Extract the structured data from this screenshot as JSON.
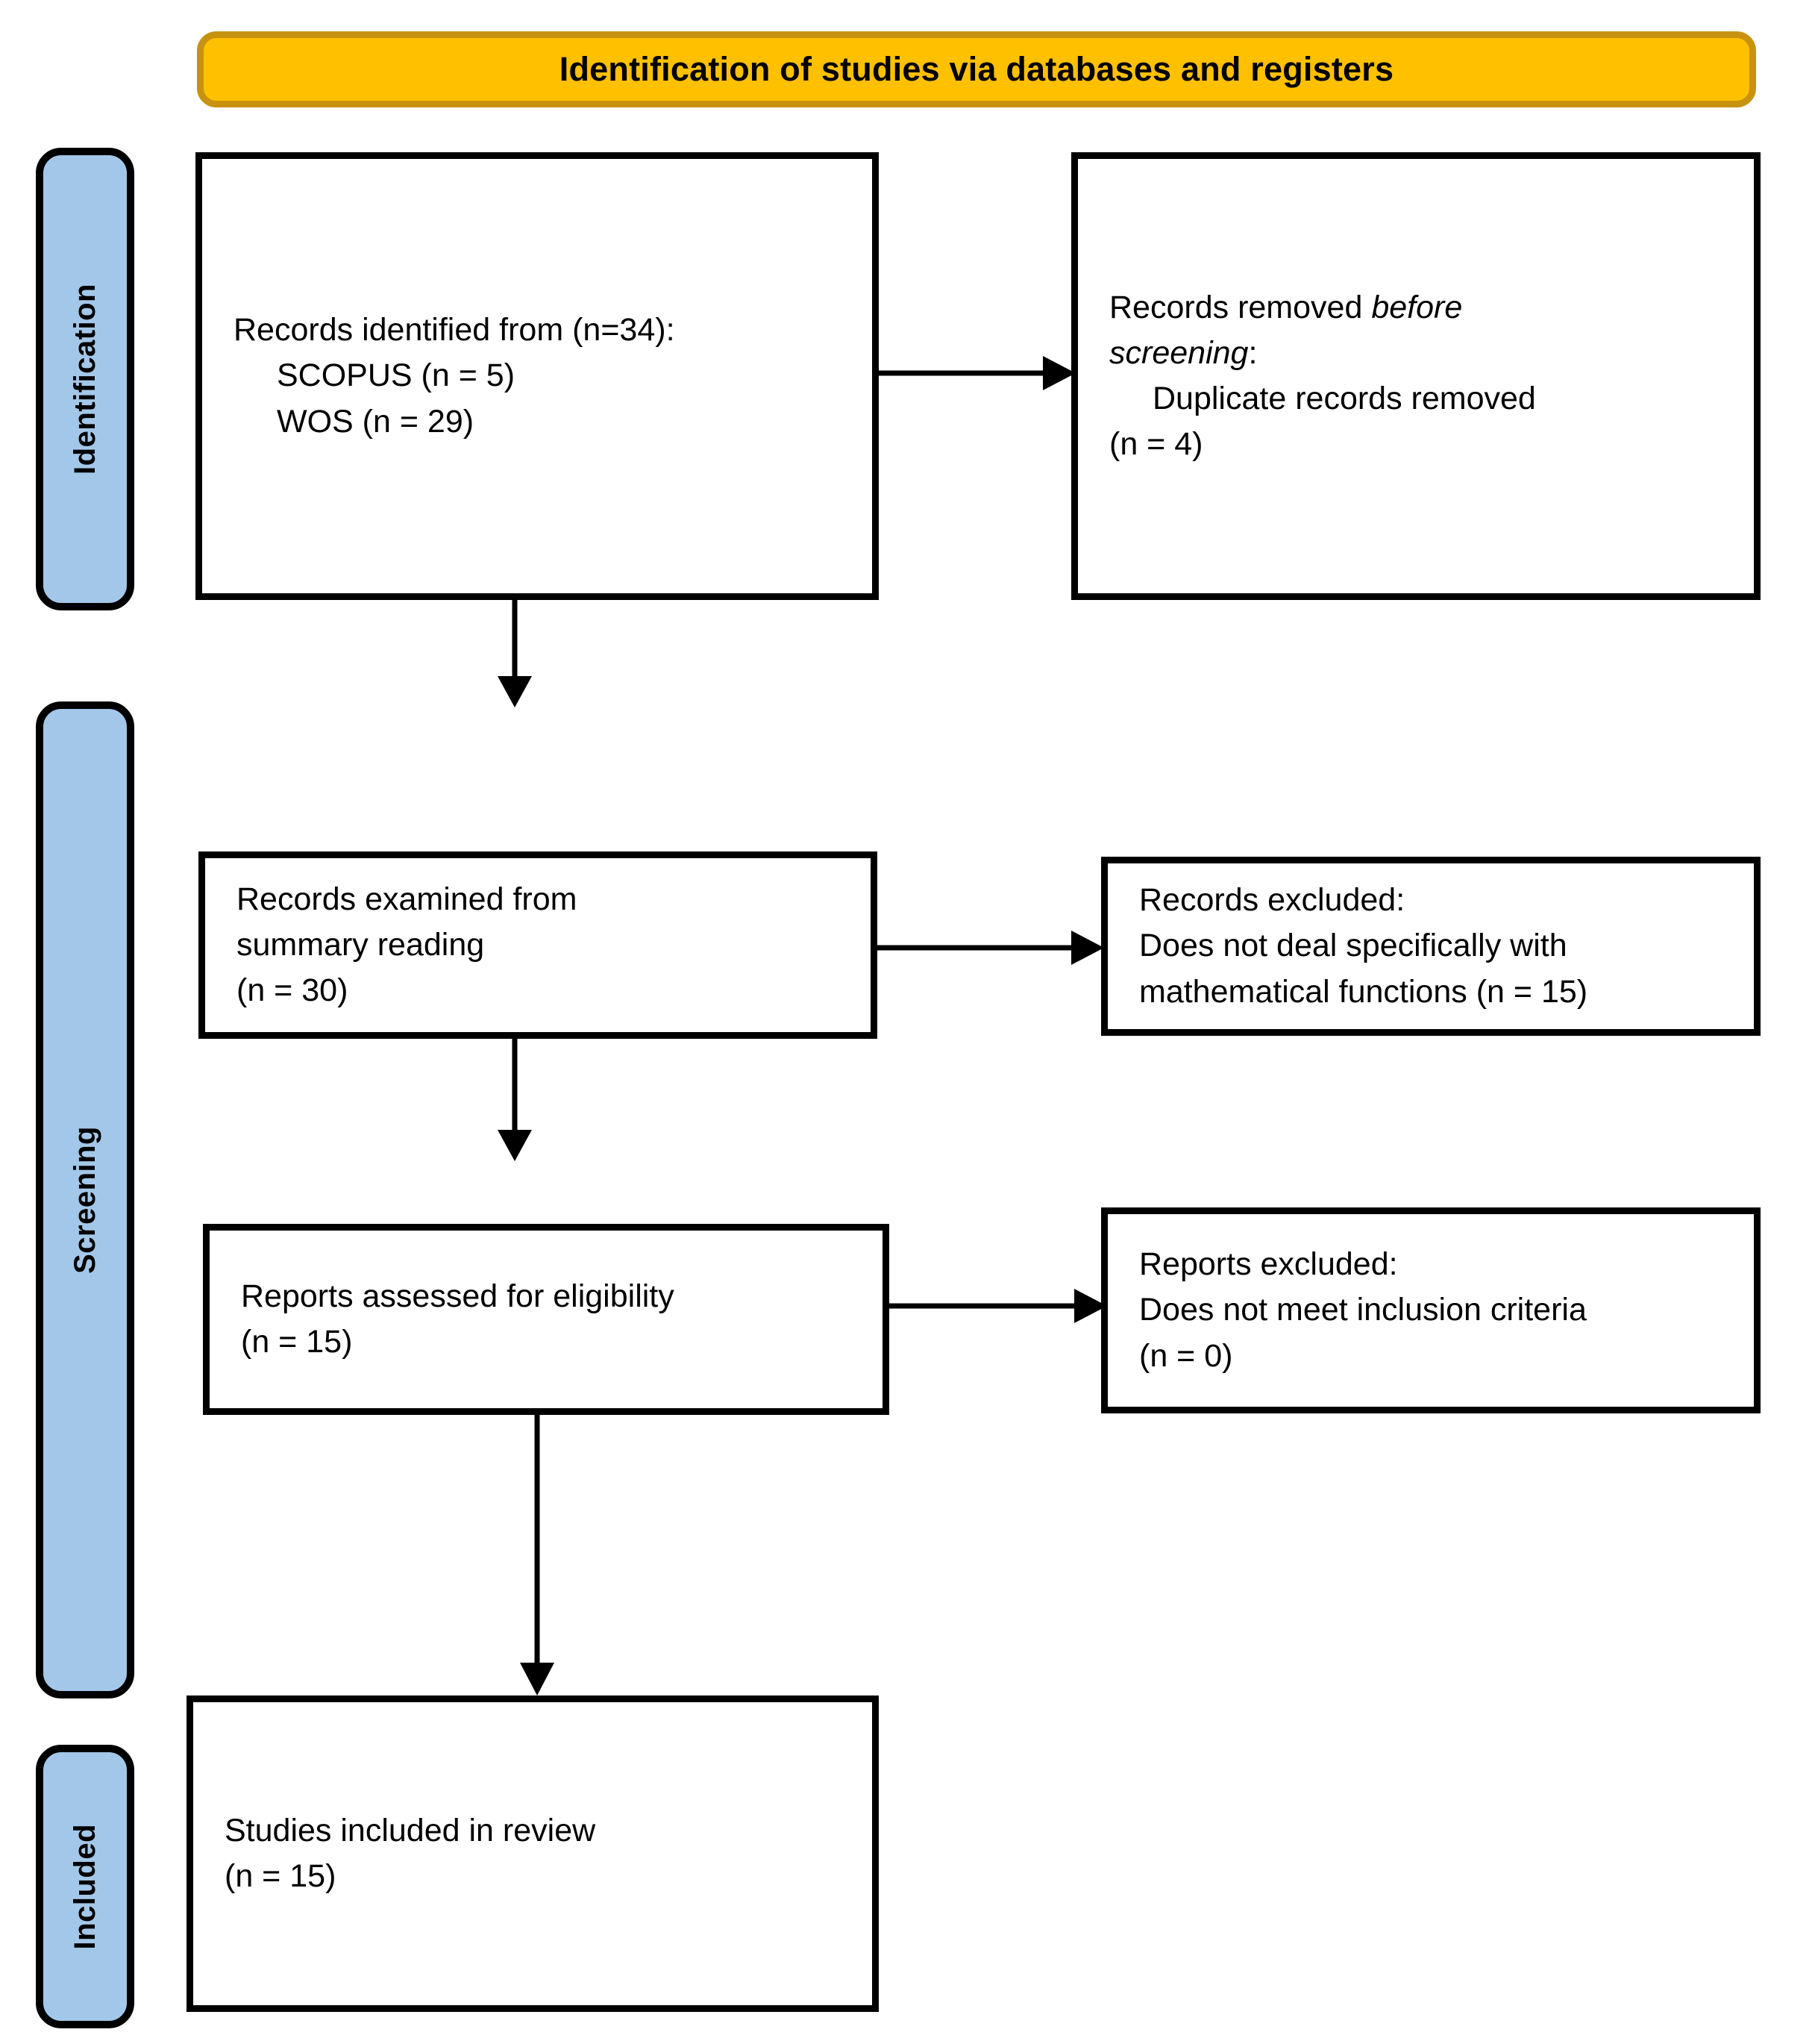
{
  "header": {
    "title": "Identification of studies via databases and registers",
    "fill_color": "#FFC000",
    "border_color": "#C89211"
  },
  "stages": [
    {
      "id": "identification",
      "label": "Identification",
      "fill_color": "#A3C7E8"
    },
    {
      "id": "screening",
      "label": "Screening",
      "fill_color": "#A3C7E8"
    },
    {
      "id": "included",
      "label": "Included",
      "fill_color": "#A3C7E8"
    }
  ],
  "boxes": {
    "identified": {
      "line1": "Records identified from (n=34):",
      "line2": "SCOPUS (n = 5)",
      "line3": "WOS (n = 29)"
    },
    "removed": {
      "line1_pre": "Records removed ",
      "line1_italic": "before",
      "line2_italic": "screening",
      "line2_post": ":",
      "line3": "Duplicate records removed",
      "line4": "(n = 4)"
    },
    "examined": {
      "line1": "Records examined from",
      "line2": "summary reading",
      "line3": "(n = 30)"
    },
    "records_excluded": {
      "line1": "Records excluded:",
      "line2": "Does not deal specifically with",
      "line3": "mathematical functions (n = 15)"
    },
    "eligibility": {
      "line1": "Reports assessed for eligibility",
      "line2": "(n = 15)"
    },
    "reports_excluded": {
      "line1": "Reports excluded:",
      "line2": "Does not meet inclusion criteria",
      "line3": "(n = 0)"
    },
    "included": {
      "line1": "Studies included in review",
      "line2": "(n = 15)"
    }
  },
  "connectors": [
    {
      "id": "identified-to-removed",
      "direction": "right"
    },
    {
      "id": "identified-to-examined",
      "direction": "down"
    },
    {
      "id": "examined-to-records-excluded",
      "direction": "right"
    },
    {
      "id": "examined-to-eligibility",
      "direction": "down"
    },
    {
      "id": "eligibility-to-reports-excluded",
      "direction": "right"
    },
    {
      "id": "eligibility-to-included",
      "direction": "down"
    }
  ]
}
